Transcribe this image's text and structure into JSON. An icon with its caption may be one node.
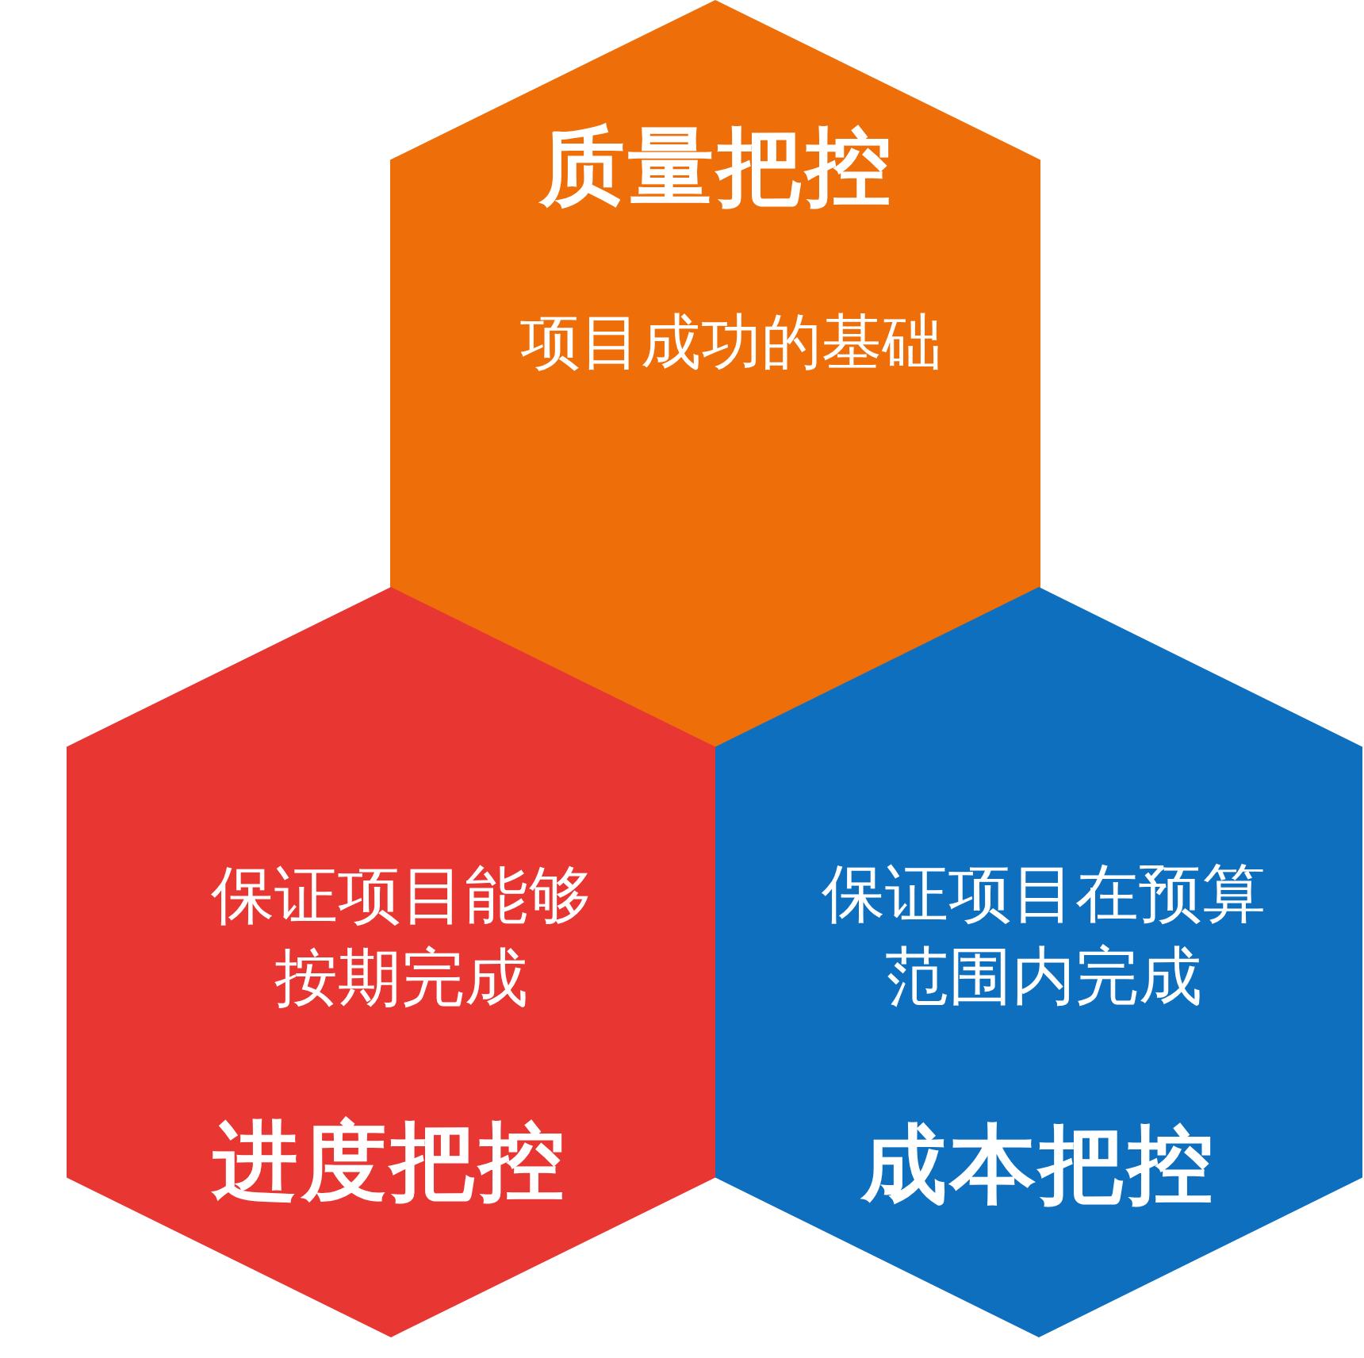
{
  "diagram": {
    "nodes": [
      {
        "text": [
          "质量把控",
          "项目成功的基础"
        ]
      },
      {
        "text": [
          "保证项目能够按期完成",
          "进度把控"
        ]
      },
      {
        "text": [
          "保证项目在预算范围内完成",
          "成本把控"
        ]
      }
    ]
  }
}
